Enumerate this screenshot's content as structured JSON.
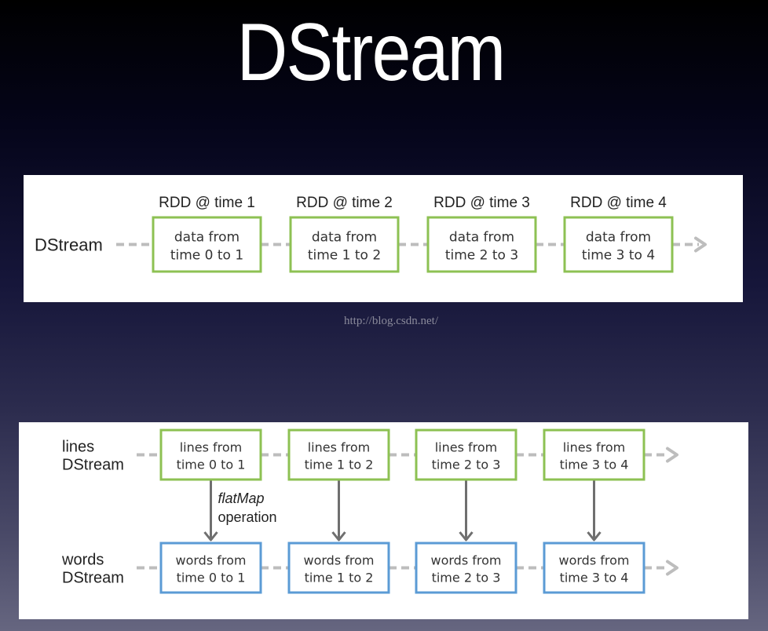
{
  "title": "DStream",
  "watermark": "http://blog.csdn.net/",
  "colors": {
    "rdd_border": "#8dc153",
    "words_border": "#5b9bd5",
    "dash": "#bdbdbd",
    "arrow": "#6f6f6f"
  },
  "diagram1": {
    "stream_label": "DStream",
    "rdds": [
      {
        "header": "RDD @ time 1",
        "line1": "data from",
        "line2": "time 0 to 1"
      },
      {
        "header": "RDD @ time 2",
        "line1": "data from",
        "line2": "time 1 to 2"
      },
      {
        "header": "RDD @ time 3",
        "line1": "data from",
        "line2": "time 2 to 3"
      },
      {
        "header": "RDD @ time 4",
        "line1": "data from",
        "line2": "time 3 to 4"
      }
    ]
  },
  "diagram2": {
    "lines_label": [
      "lines",
      "DStream"
    ],
    "words_label": [
      "words",
      "DStream"
    ],
    "operation_label": [
      "flatMap",
      "operation"
    ],
    "lines": [
      {
        "line1": "lines from",
        "line2": "time 0 to 1"
      },
      {
        "line1": "lines from",
        "line2": "time 1 to 2"
      },
      {
        "line1": "lines from",
        "line2": "time 2 to 3"
      },
      {
        "line1": "lines from",
        "line2": "time 3 to 4"
      }
    ],
    "words": [
      {
        "line1": "words from",
        "line2": "time 0 to 1"
      },
      {
        "line1": "words from",
        "line2": "time 1 to 2"
      },
      {
        "line1": "words from",
        "line2": "time 2 to 3"
      },
      {
        "line1": "words from",
        "line2": "time 3 to 4"
      }
    ]
  }
}
